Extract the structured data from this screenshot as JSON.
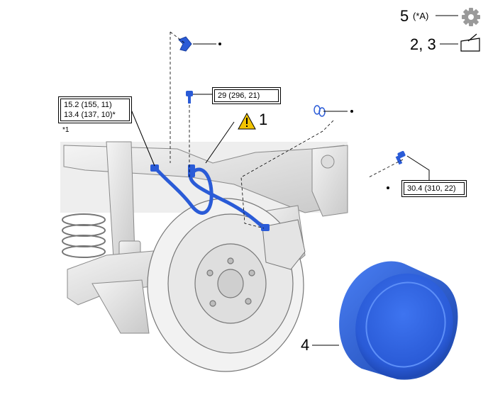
{
  "callouts": {
    "c5": {
      "number": "5",
      "suffix": "(*A)",
      "icon": "gear-icon"
    },
    "c23": {
      "number": "2, 3",
      "icon": "grease-can-icon"
    },
    "c1": {
      "number": "1",
      "icon": "warning-icon"
    },
    "c4": {
      "number": "4"
    }
  },
  "torques": {
    "clip_bracket": {
      "line1": "15.2 (155, 11)",
      "line2": "13.4 (137, 10)*"
    },
    "union_bolt": {
      "value": "29 (296, 21)"
    },
    "bleeder_bolt": {
      "value": "30.4 (310, 22)"
    }
  },
  "footnote": "*1",
  "colors": {
    "part_blue": "#2a5bd7",
    "part_blue_dark": "#1b3f9e",
    "gear_gray": "#9a9a9a",
    "warning_yellow": "#f2c400",
    "line_black": "#000000"
  }
}
